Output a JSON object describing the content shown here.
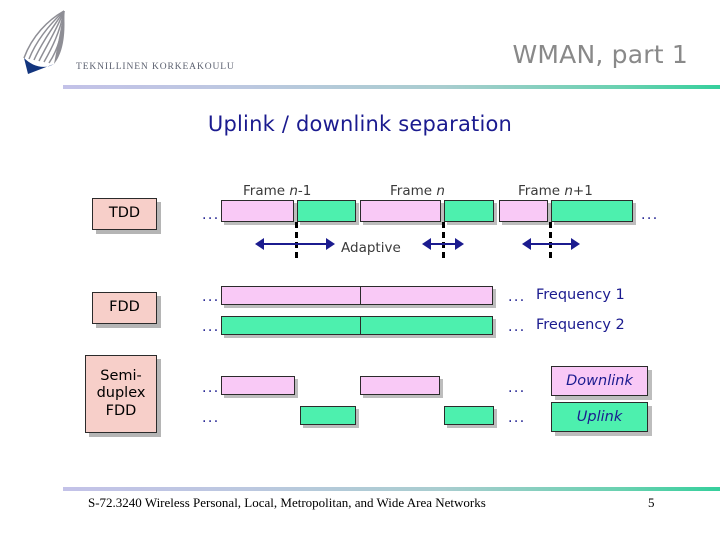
{
  "header": {
    "title": "WMAN, part 1",
    "logo_wordmark": "TEKNILLINEN KORKEAKOULU",
    "logo_icon": "tkk-wing-logo"
  },
  "subtitle": "Uplink / downlink separation",
  "frame_captions": [
    {
      "prefix": "Frame ",
      "italic": "n",
      "suffix": "-1"
    },
    {
      "prefix": "Frame ",
      "italic": "n",
      "suffix": ""
    },
    {
      "prefix": "Frame ",
      "italic": "n",
      "suffix": "+1"
    }
  ],
  "tdd": {
    "label": "TDD",
    "ellipsis_left": "...",
    "ellipsis_right": "...",
    "adaptive_label": "Adaptive",
    "blocks": [
      {
        "kind": "downlink",
        "frame": 1
      },
      {
        "kind": "uplink",
        "frame": 1
      },
      {
        "kind": "downlink",
        "frame": 2
      },
      {
        "kind": "uplink",
        "frame": 2
      },
      {
        "kind": "downlink",
        "frame": 3
      },
      {
        "kind": "uplink",
        "frame": 3
      }
    ]
  },
  "fdd": {
    "label": "FDD",
    "ellipsis_dl_left": "...",
    "ellipsis_ul_left": "...",
    "ellipsis_dl_right": "...",
    "ellipsis_ul_right": "...",
    "frequency_1": "Frequency 1",
    "frequency_2": "Frequency 2"
  },
  "semi_duplex": {
    "label_line1": "Semi-",
    "label_line2": "duplex",
    "label_line3": "FDD",
    "ellipsis_dl_left": "...",
    "ellipsis_ul_left": "...",
    "ellipsis_dl_right": "...",
    "ellipsis_ul_right": "..."
  },
  "legend": {
    "downlink": "Downlink",
    "uplink": "Uplink"
  },
  "footer": {
    "course": "S-72.3240 Wireless Personal, Local, Metropolitan, and Wide Area Networks",
    "page": "5"
  },
  "colors": {
    "downlink": "#f9c9f6",
    "uplink": "#4df0ae",
    "label_box": "#f7cfc9",
    "accent_text": "#1b1b8f",
    "title_gray": "#898989"
  }
}
